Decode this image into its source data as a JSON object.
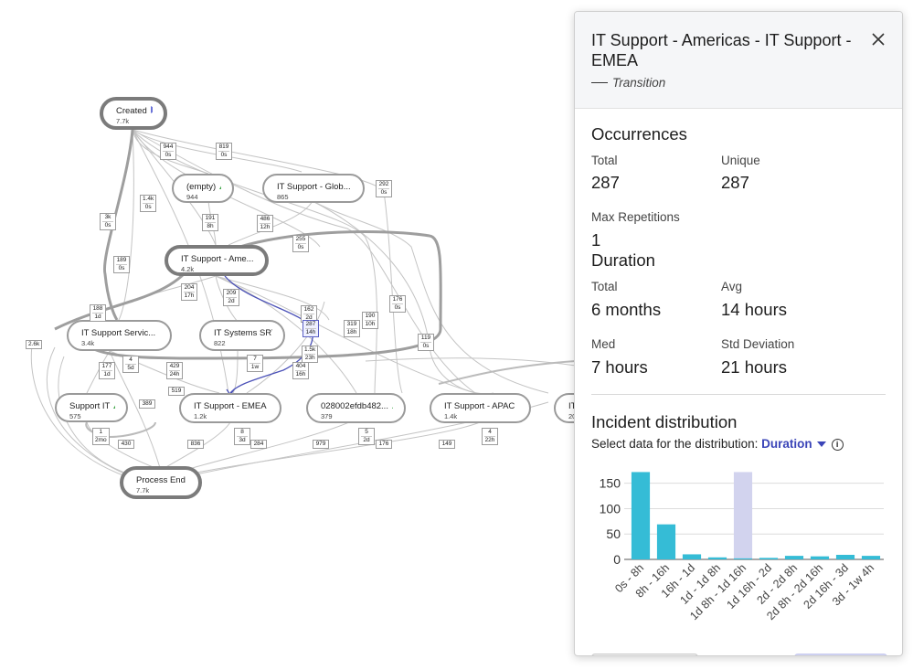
{
  "nodes": [
    {
      "id": "created",
      "label": "Created",
      "count": "7.7k",
      "marker": "start"
    },
    {
      "id": "empty",
      "label": "(empty)",
      "count": "944",
      "marker": "tri"
    },
    {
      "id": "glob",
      "label": "IT Support - Glob...",
      "count": "865",
      "marker": "tri"
    },
    {
      "id": "amer",
      "label": "IT Support - Ame...",
      "count": "4.2k",
      "marker": "tri"
    },
    {
      "id": "serv",
      "label": "IT Support Servic...",
      "count": "3.4k",
      "marker": "tri"
    },
    {
      "id": "srt",
      "label": "IT Systems SRT",
      "count": "822",
      "marker": "tri"
    },
    {
      "id": "supit",
      "label": "Support IT",
      "count": "575",
      "marker": "tri"
    },
    {
      "id": "emea",
      "label": "IT Support - EMEA",
      "count": "1.2k",
      "marker": "tri"
    },
    {
      "id": "hash",
      "label": "028002efdb482...",
      "count": "379",
      "marker": "tri"
    },
    {
      "id": "apac",
      "label": "IT Support - APAC",
      "count": "1.4k",
      "marker": "tri"
    },
    {
      "id": "cut",
      "label": "IT",
      "count": "20",
      "marker": ""
    },
    {
      "id": "end",
      "label": "Process End",
      "count": "7.7k",
      "marker": "end"
    }
  ],
  "edge_labels": [
    {
      "top": "944",
      "bottom": "0s"
    },
    {
      "top": "819",
      "bottom": "0s"
    },
    {
      "top": "292",
      "bottom": "0s"
    },
    {
      "top": "1.4k",
      "bottom": "0s"
    },
    {
      "top": "3k",
      "bottom": "0s"
    },
    {
      "top": "191",
      "bottom": "8h"
    },
    {
      "top": "486",
      "bottom": "12h"
    },
    {
      "top": "255",
      "bottom": "0s"
    },
    {
      "top": "189",
      "bottom": "0s"
    },
    {
      "top": "204",
      "bottom": "17h"
    },
    {
      "top": "209",
      "bottom": "2d"
    },
    {
      "top": "162",
      "bottom": "2d"
    },
    {
      "top": "287",
      "bottom": "14h"
    },
    {
      "top": "176",
      "bottom": "0s"
    },
    {
      "top": "190",
      "bottom": "10h"
    },
    {
      "top": "319",
      "bottom": "18h"
    },
    {
      "top": "188",
      "bottom": "1d"
    },
    {
      "top": "119",
      "bottom": "0s"
    },
    {
      "top": "2.6k",
      "bottom": ""
    },
    {
      "top": "177",
      "bottom": "1d"
    },
    {
      "top": "4",
      "bottom": "5d"
    },
    {
      "top": "429",
      "bottom": "24h"
    },
    {
      "top": "7",
      "bottom": "1w"
    },
    {
      "top": "1.5k",
      "bottom": "23h"
    },
    {
      "top": "404",
      "bottom": "16h"
    },
    {
      "top": "519",
      "bottom": ""
    },
    {
      "top": "389",
      "bottom": ""
    },
    {
      "top": "1",
      "bottom": "2mo"
    },
    {
      "top": "430",
      "bottom": ""
    },
    {
      "top": "836",
      "bottom": ""
    },
    {
      "top": "8",
      "bottom": "3d"
    },
    {
      "top": "284",
      "bottom": ""
    },
    {
      "top": "979",
      "bottom": ""
    },
    {
      "top": "5",
      "bottom": "2d"
    },
    {
      "top": "176",
      "bottom": ""
    },
    {
      "top": "149",
      "bottom": ""
    },
    {
      "top": "4",
      "bottom": "22h"
    }
  ],
  "panel": {
    "title": "IT Support - Americas - IT Support - EMEA",
    "subtitle": "Transition",
    "occurrences": {
      "title": "Occurrences",
      "total_label": "Total",
      "total": "287",
      "unique_label": "Unique",
      "unique": "287",
      "maxrep_label": "Max Repetitions",
      "maxrep": "1"
    },
    "duration": {
      "title": "Duration",
      "total_label": "Total",
      "total": "6 months",
      "avg_label": "Avg",
      "avg": "14 hours",
      "med_label": "Med",
      "med": "7 hours",
      "std_label": "Std Deviation",
      "std": "21 hours"
    },
    "distribution": {
      "title": "Incident distribution",
      "select_label": "Select data for the distribution:",
      "select_value": "Duration"
    }
  },
  "colors": {
    "bar": "#35bcd6",
    "bar_highlight": "#d2d3ee",
    "selected_edge": "#4b51b8",
    "link": "#3b45b8"
  },
  "chart_data": {
    "type": "bar",
    "categories": [
      "0s - 8h",
      "8h - 16h",
      "16h - 1d",
      "1d - 1d 8h",
      "1d 8h - 1d 16h",
      "1d 16h - 2d",
      "2d - 2d 8h",
      "2d 8h - 2d 16h",
      "2d 16h - 3d",
      "3d - 1w 4h"
    ],
    "values": [
      172,
      69,
      10,
      4,
      2,
      3,
      7,
      6,
      9,
      7
    ],
    "highlight_index": 4,
    "highlight_value": 172,
    "yticks": [
      0,
      50,
      100,
      150
    ],
    "ylim": [
      0,
      180
    ],
    "grid": true
  }
}
